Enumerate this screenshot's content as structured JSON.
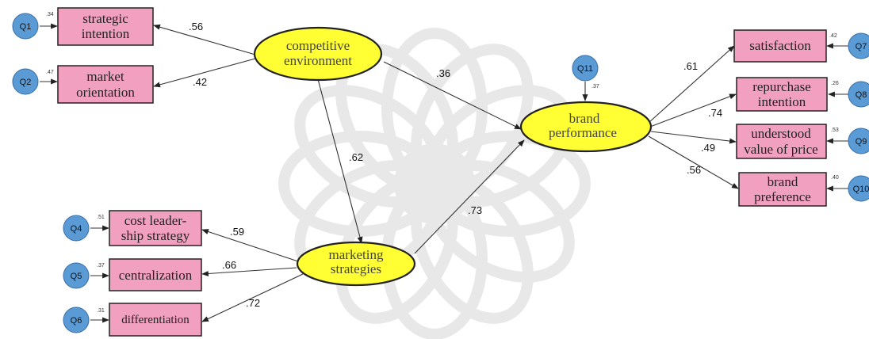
{
  "colors": {
    "latent_fill": "#ffff33",
    "indicator_fill": "#f2a0bf",
    "error_fill": "#5b9bd5",
    "watermark": "#e6e6e6"
  },
  "latents": {
    "competitive": [
      "competitive",
      "environment"
    ],
    "brand": [
      "brand",
      "performance"
    ],
    "marketing": [
      "marketing",
      "strategies"
    ]
  },
  "indicators": {
    "i1": [
      "strategic",
      "intention"
    ],
    "i2": [
      "market",
      "orientation"
    ],
    "i4": [
      "cost leader-",
      "ship strategy"
    ],
    "i5": [
      "centralization"
    ],
    "i6": [
      "differentiation"
    ],
    "i7": [
      "satisfaction"
    ],
    "i8": [
      "repurchase",
      "intention"
    ],
    "i9": [
      "understood",
      "value of price"
    ],
    "i10": [
      "brand",
      "preference"
    ]
  },
  "errors": {
    "q1": "Q1",
    "q2": "Q2",
    "q4": "Q4",
    "q5": "Q5",
    "q6": "Q6",
    "q7": "Q7",
    "q8": "Q8",
    "q9": "Q9",
    "q10": "Q10",
    "q11": "Q11"
  },
  "r_squared": {
    "i1": ".34",
    "i2": ".47",
    "i4": ".51",
    "i5": ".37",
    "i6": ".31",
    "i7": ".42",
    "i8": ".26",
    "i9": ".53",
    "i10": ".40",
    "brand": ".37"
  },
  "coefficients": {
    "comp_i1": ".56",
    "comp_i2": ".42",
    "comp_brand": ".36",
    "comp_mkt": ".62",
    "mkt_brand": ".73",
    "mkt_i4": ".59",
    "mkt_i5": ".66",
    "mkt_i6": ".72",
    "brand_i7": ".61",
    "brand_i8": ".74",
    "brand_i9": ".49",
    "brand_i10": ".56"
  }
}
